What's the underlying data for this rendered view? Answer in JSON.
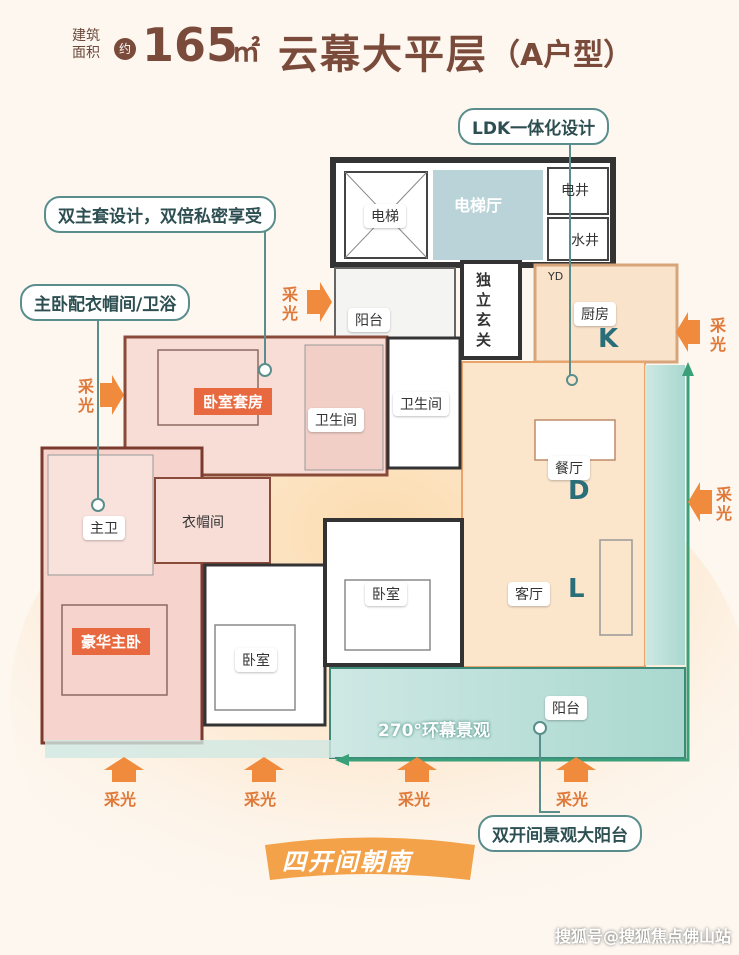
{
  "title": {
    "area_label_line1": "建筑",
    "area_label_line2": "面积",
    "approx": "约",
    "area_value": "165",
    "area_unit": "㎡",
    "name": "云幕大平层",
    "unit_type": "（A户型）"
  },
  "callouts": {
    "ldk": "LDK一体化设计",
    "double_master": "双主套设计，双倍私密享受",
    "master_closet": "主卧配衣帽间/卫浴",
    "balcony": "双开间景观大阳台",
    "south": "四开间朝南"
  },
  "rooms": {
    "elevator": "电梯",
    "elevator_hall": "电梯厅",
    "electric_well": "电井",
    "water_well": "水井",
    "yd": "YD",
    "kitchen": "厨房",
    "kitchen_letter": "K",
    "balcony_top": "阳台",
    "entrance": "独立玄关",
    "bedroom_suite": "卧室套房",
    "bathroom1": "卫生间",
    "bathroom2": "卫生间",
    "dining": "餐厅",
    "dining_letter": "D",
    "master_bath": "主卫",
    "closet": "衣帽间",
    "master_bedroom": "豪华主卧",
    "bedroom_mid": "卧室",
    "bedroom_small": "卧室",
    "living": "客厅",
    "living_letter": "L",
    "balcony_bottom": "阳台",
    "view": "270°环幕景观"
  },
  "daylight": {
    "label": "采光"
  },
  "watermark": "搜狐号@搜狐焦点佛山站",
  "colors": {
    "accent_teal": "#5a8e8c",
    "daylight_orange": "#f08a3c",
    "master_pink": "#f6d3cc",
    "ldk_fill": "#fbe6cc",
    "tag_red": "#e8693f",
    "elevator_hall_blue": "#b9d3d8"
  }
}
